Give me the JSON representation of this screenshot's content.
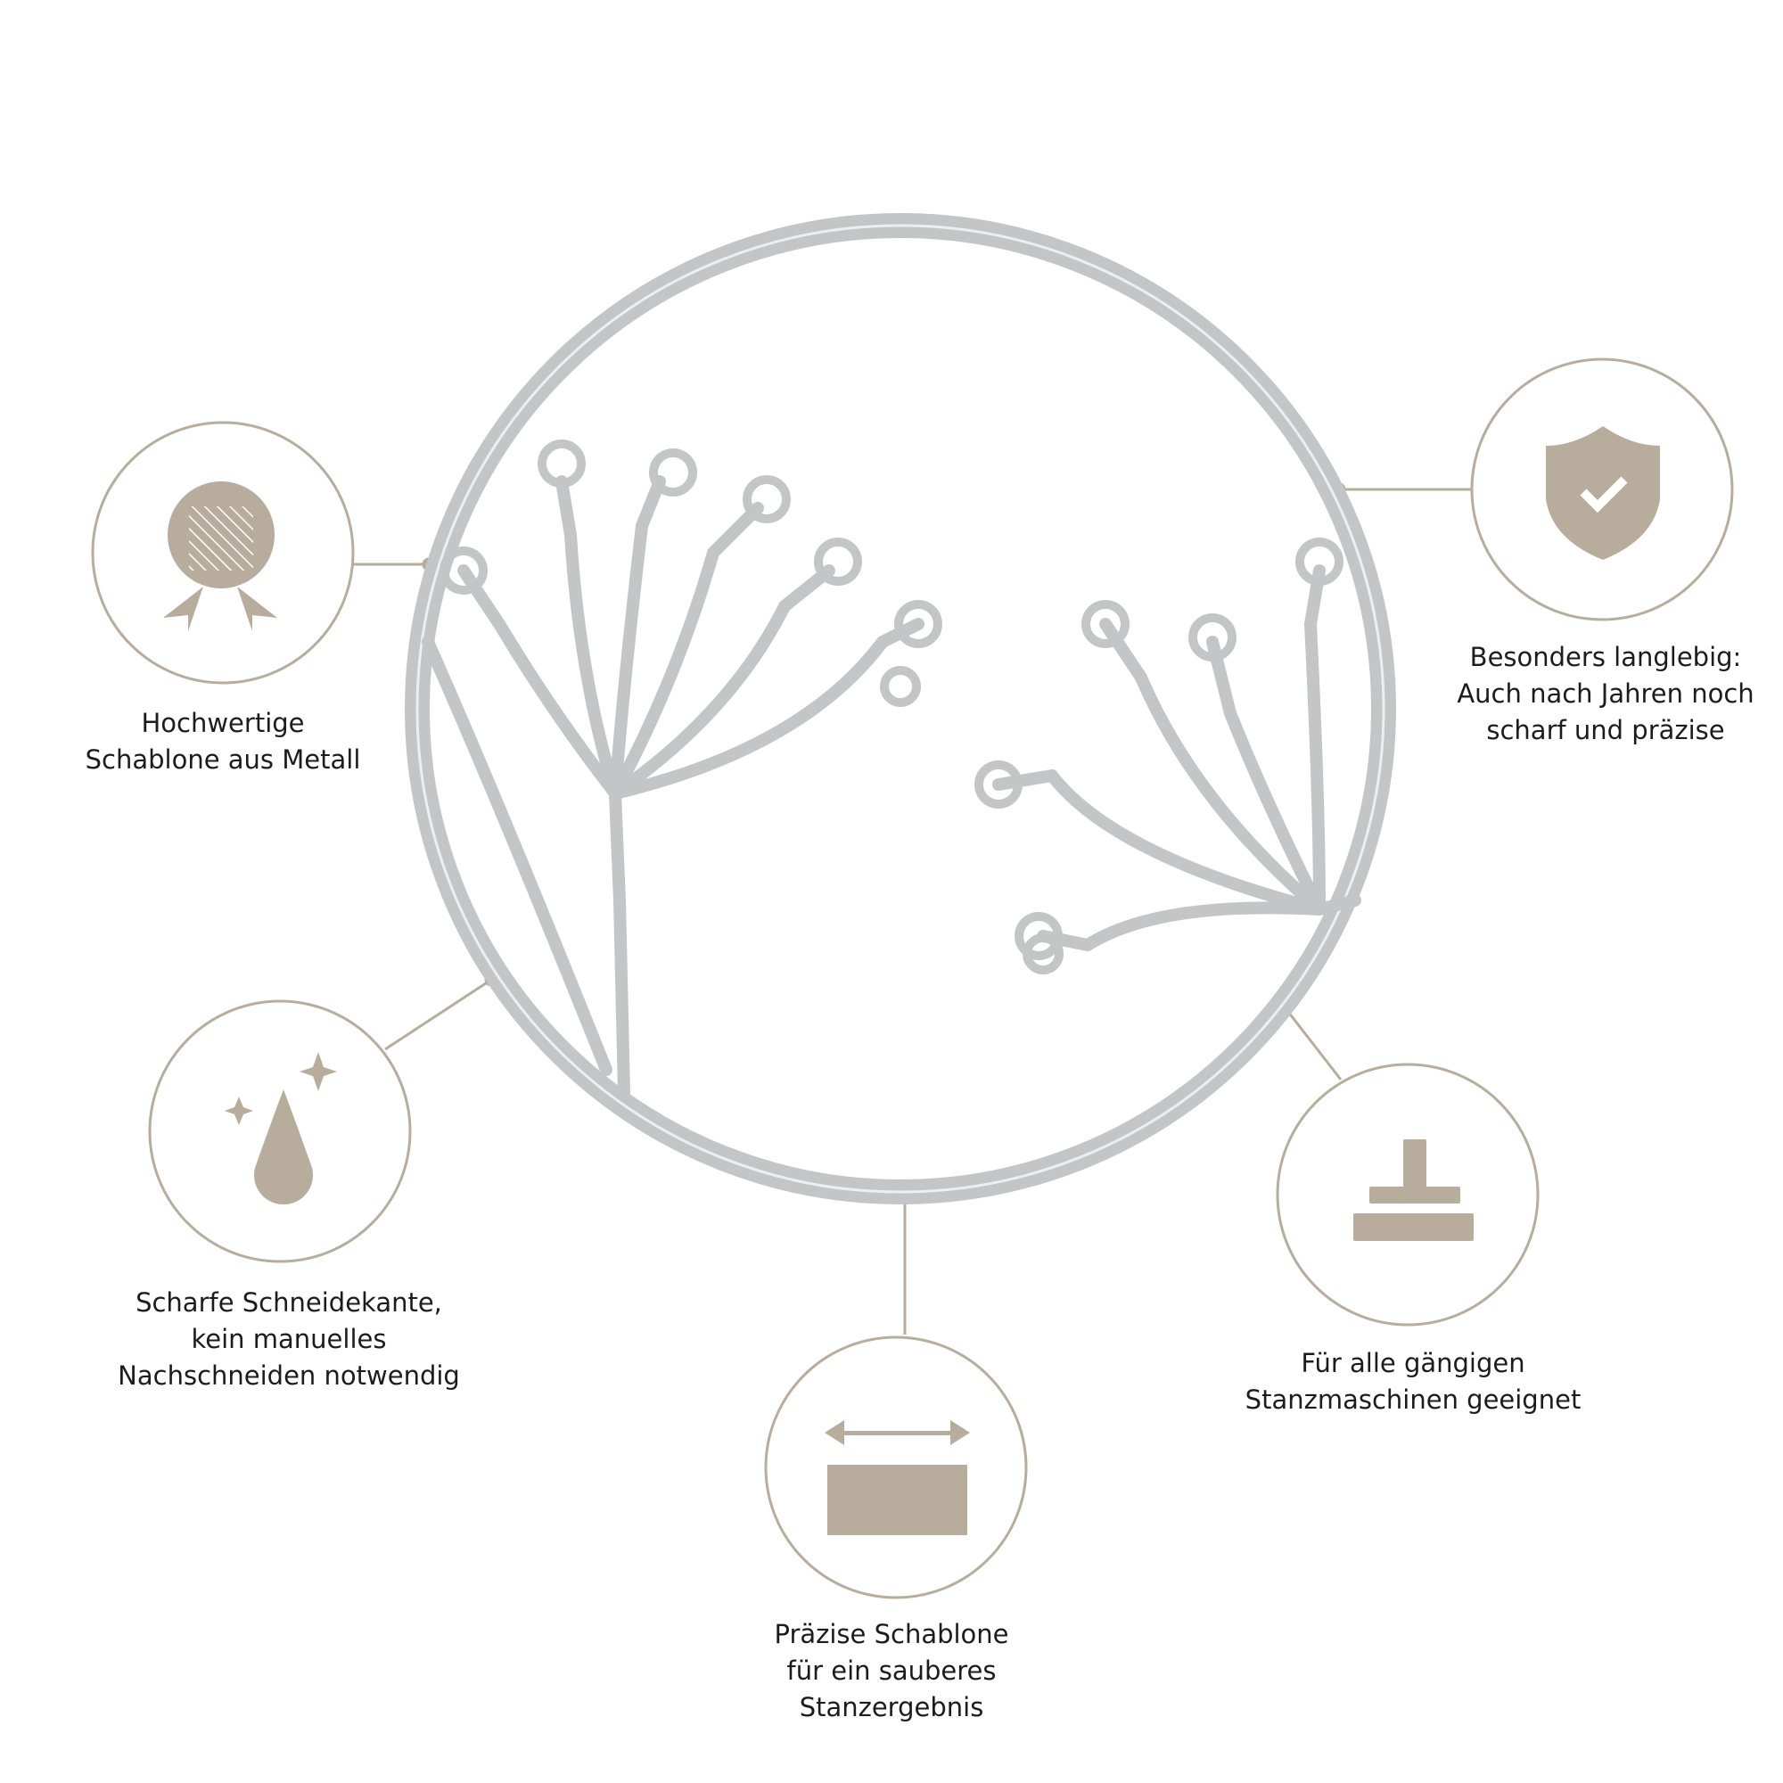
{
  "colors": {
    "accent": "#b8ac9c",
    "metal": "#c9cacc",
    "text": "#1c1c1c"
  },
  "features": [
    {
      "icon": "award-medal-icon",
      "lines": [
        "Hochwertige",
        "Schablone aus Metall"
      ]
    },
    {
      "icon": "shield-check-icon",
      "lines": [
        "Besonders langlebig:",
        "Auch nach Jahren noch",
        "scharf und präzise"
      ]
    },
    {
      "icon": "sparkle-drop-icon",
      "lines": [
        "Scharfe Schneidekante,",
        "kein manuelles",
        "Nachschneiden notwendig"
      ]
    },
    {
      "icon": "stamp-press-icon",
      "lines": [
        "Für alle gängigen",
        "Stanzmaschinen geeignet"
      ]
    },
    {
      "icon": "width-arrow-icon",
      "lines": [
        "Präzise Schablone",
        "für ein sauberes",
        "Stanzergebnis"
      ]
    }
  ]
}
